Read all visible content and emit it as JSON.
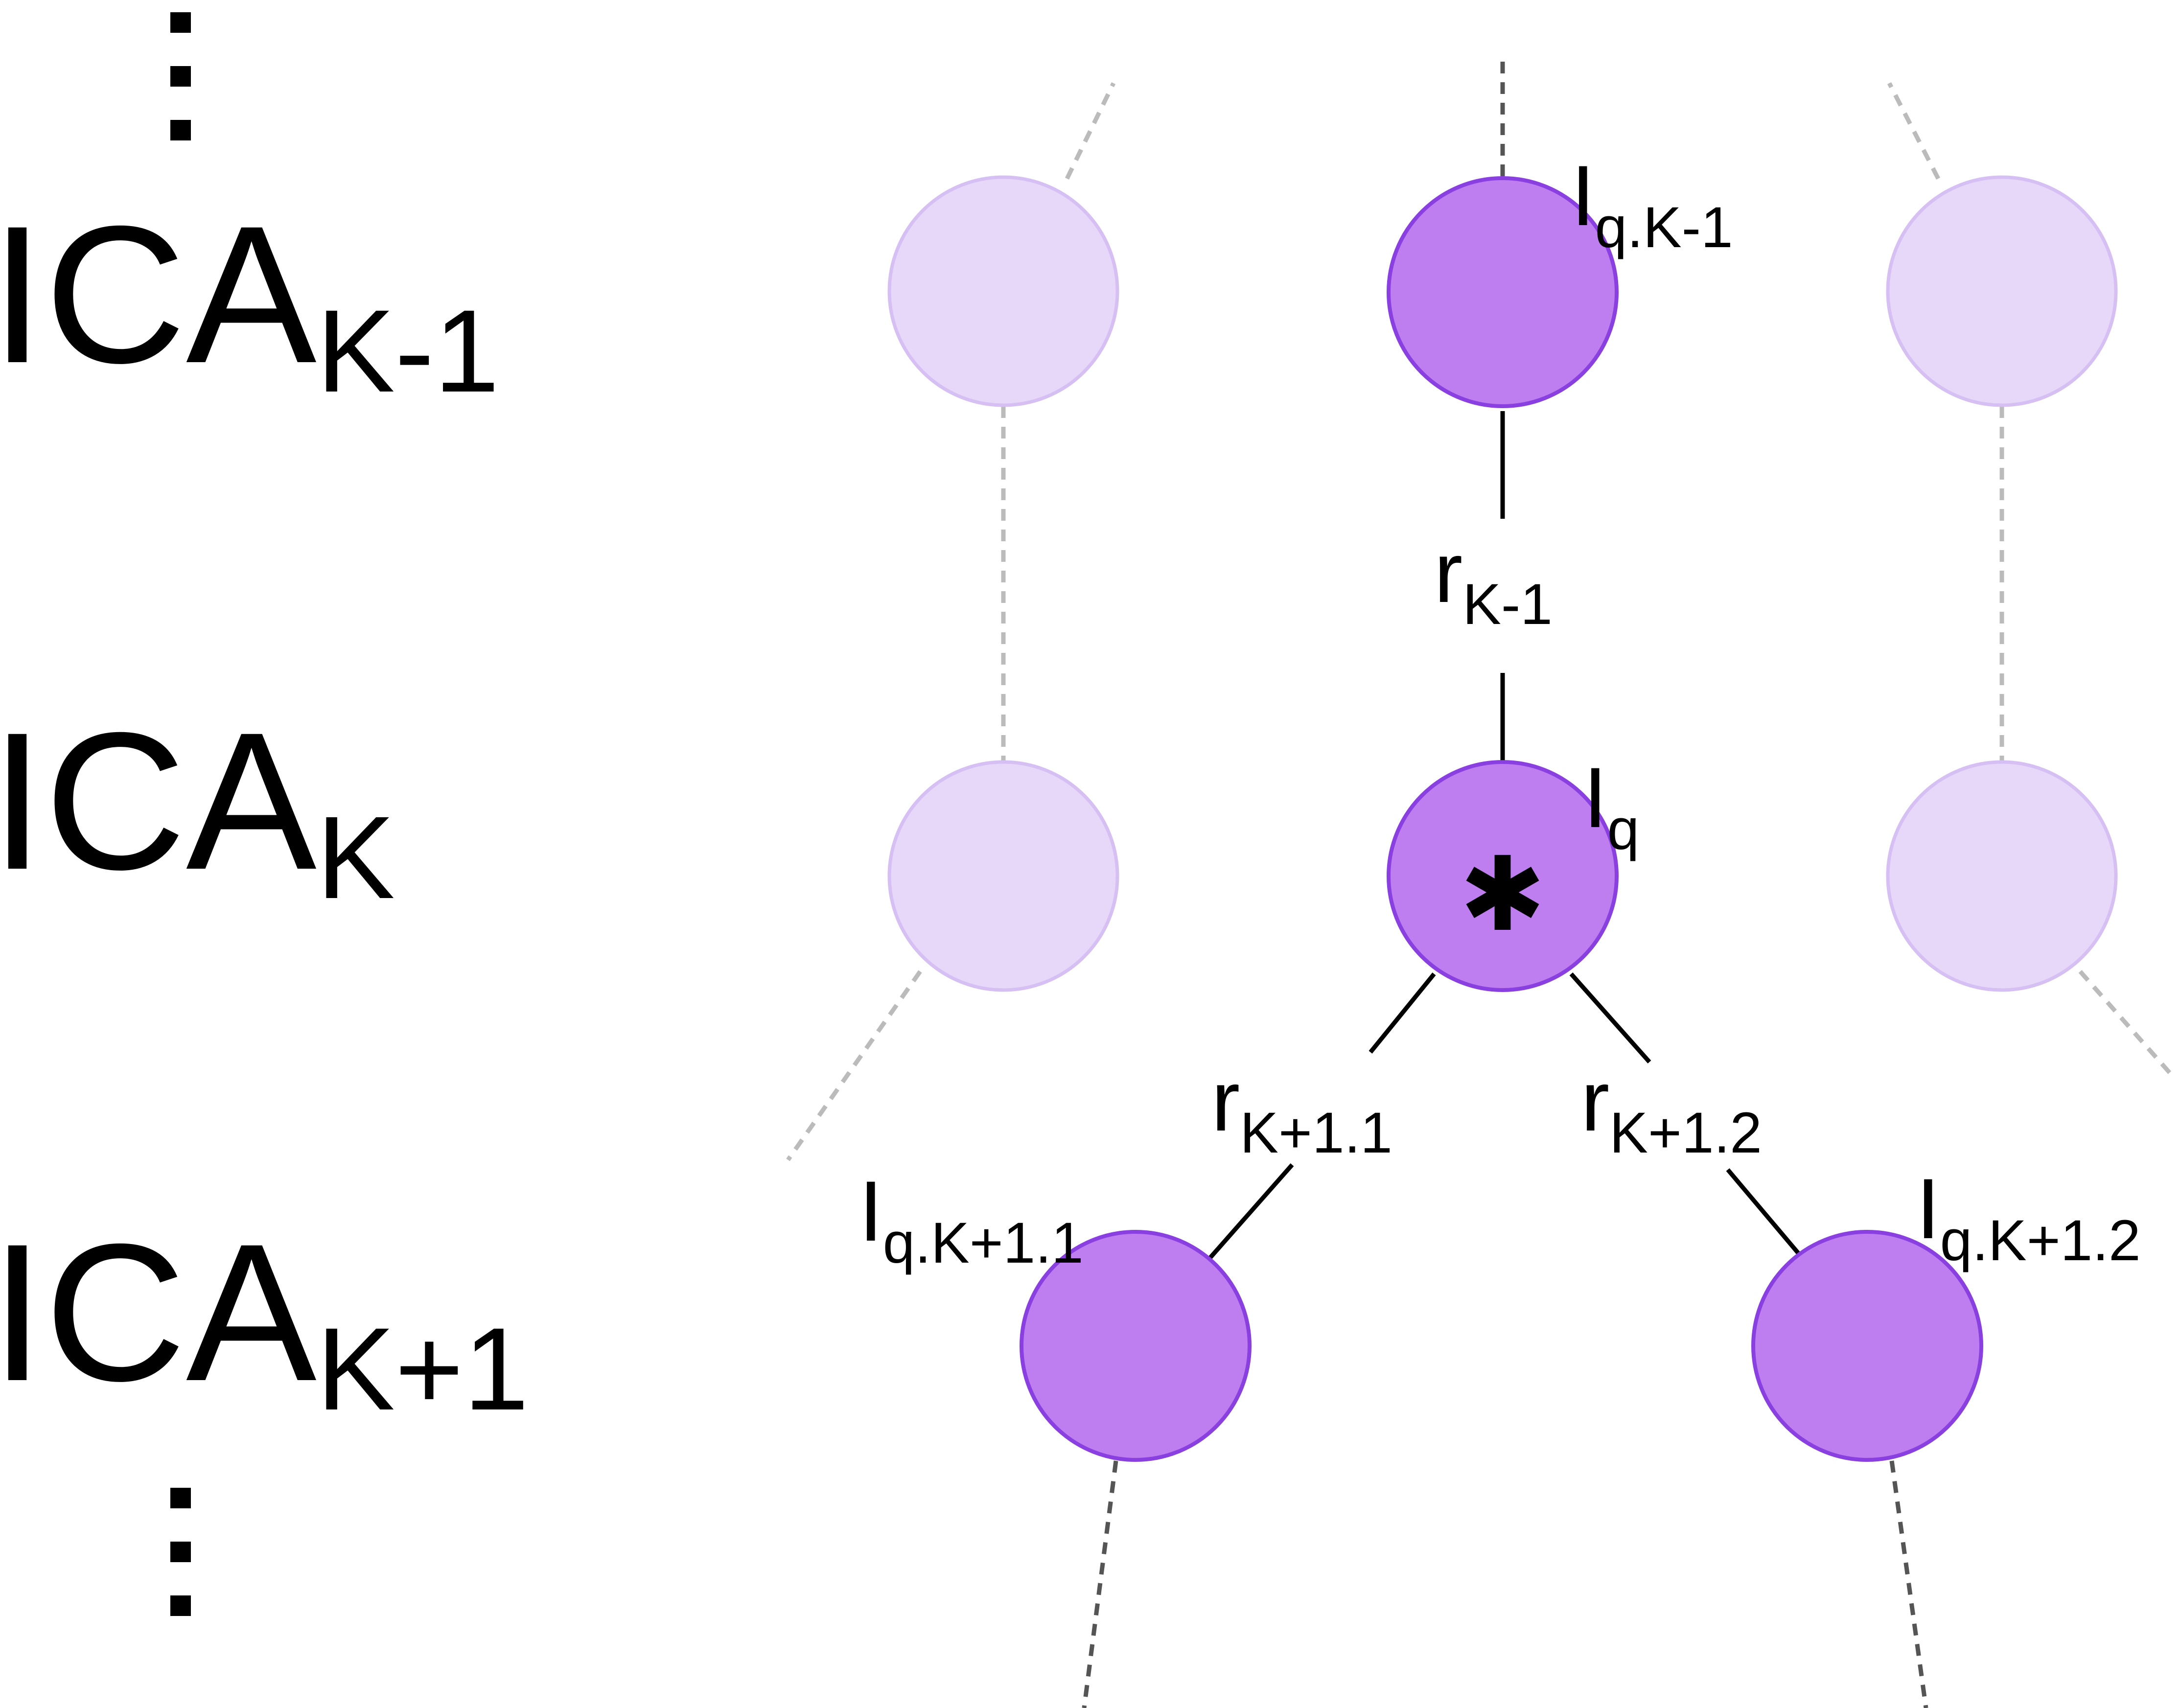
{
  "colors": {
    "active_fill": "#bf7ef0",
    "active_stroke": "#8a3fe0",
    "faded_fill": "#e7d8f9",
    "faded_stroke": "#d5bff3",
    "solid_edge": "#000000",
    "dotted_edge_dark": "#555555",
    "dotted_edge_light": "#bbbbbb"
  },
  "rows": [
    {
      "main": "ICA",
      "sub": "K-1"
    },
    {
      "main": "ICA",
      "sub": "K"
    },
    {
      "main": "ICA",
      "sub": "K+1"
    }
  ],
  "nodes": {
    "top": {
      "main": "I",
      "sub": "q.K-1"
    },
    "center": {
      "main": "I",
      "sub": "q",
      "marker": "✱"
    },
    "left_child": {
      "main": "I",
      "sub": "q.K+1.1"
    },
    "right_child": {
      "main": "I",
      "sub": "q.K+1.2"
    }
  },
  "edges": {
    "up": {
      "main": "r",
      "sub": "K-1"
    },
    "down_left": {
      "main": "r",
      "sub": "K+1.1"
    },
    "down_right": {
      "main": "r",
      "sub": "K+1.2"
    }
  },
  "icons": [
    "vertical-ellipsis-icon",
    "asterisk-icon"
  ]
}
